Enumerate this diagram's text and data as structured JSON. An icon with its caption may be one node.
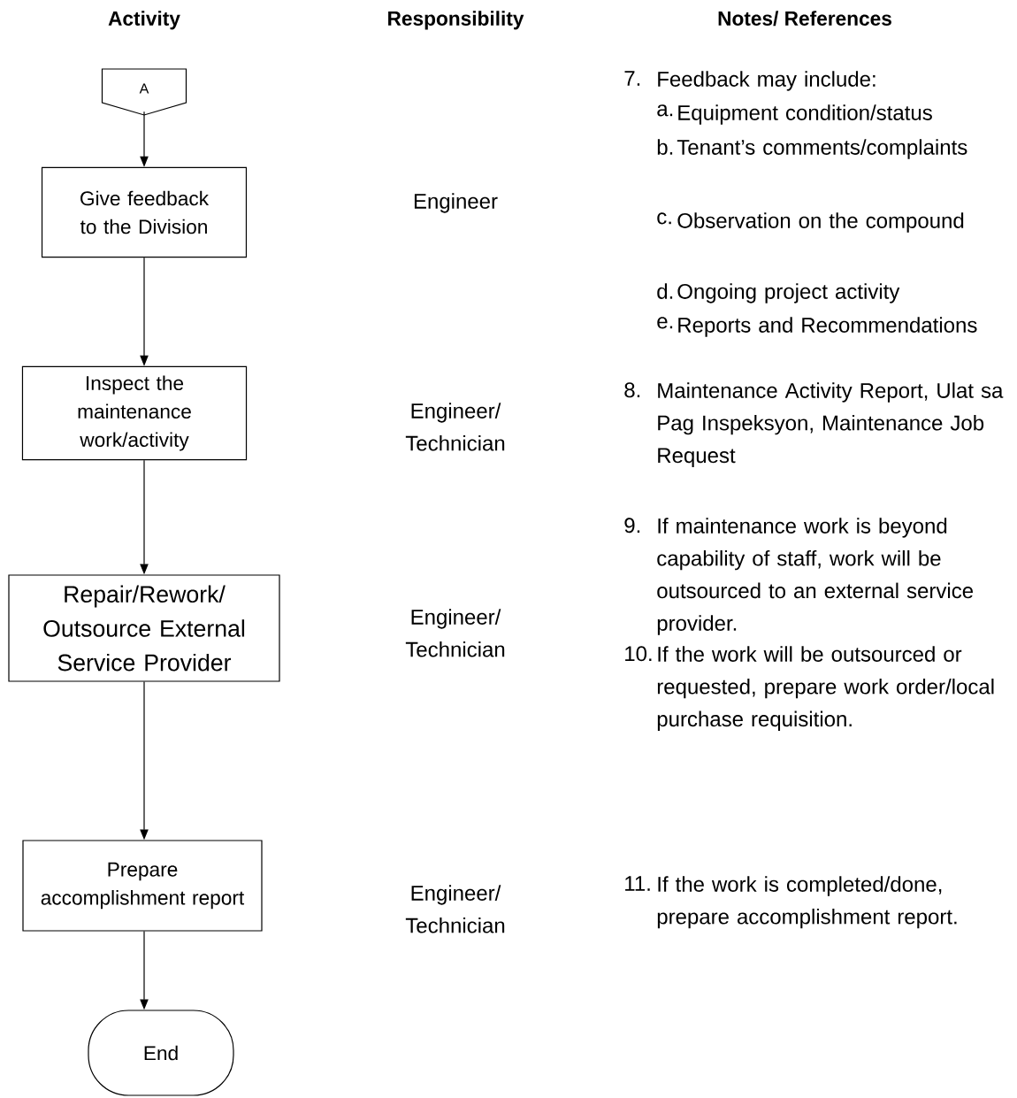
{
  "diagram": {
    "nodes": [
      {
        "text": [
          "A"
        ]
      },
      {
        "text": [
          "Give feedback to the Division"
        ]
      },
      {
        "text": [
          "Inspect the maintenance work/activity"
        ]
      },
      {
        "text": [
          "Repair/Rework/ Outsource External Service Provider"
        ]
      },
      {
        "text": [
          "Prepare accomplishment report"
        ]
      },
      {
        "text": [
          "End"
        ]
      }
    ],
    "edges": [
      {
        "from": 0,
        "to": 1,
        "arrow": "to"
      },
      {
        "from": 1,
        "to": 2,
        "arrow": "to"
      },
      {
        "from": 2,
        "to": 3,
        "arrow": "to"
      },
      {
        "from": 3,
        "to": 4,
        "arrow": "to"
      },
      {
        "from": 4,
        "to": 5,
        "arrow": "to"
      }
    ],
    "labels": [
      "Activity",
      "Responsibility",
      "Notes/ References",
      "7.",
      "Feedback may include:",
      "a.",
      "Equipment condition/status",
      "b.",
      "Tenant’s comments/complaints",
      "Engineer",
      "c.",
      "Observation on the compound",
      "d.",
      "Ongoing project activity",
      "e.",
      "Reports and Recommendations",
      "Engineer/ Technician",
      "8.",
      "Maintenance Activity Report, Ulat sa Pag Inspeksyon, Maintenance Job Request",
      "9.",
      "If maintenance work is beyond capability of staff, work will be outsourced to an external service provider.",
      "Engineer/ Technician",
      "10.",
      "If the work will be outsourced or requested, prepare work order/local purchase requisition.",
      "Engineer/ Technician",
      "11.",
      "If the work is completed/done, prepare accomplishment report."
    ]
  }
}
